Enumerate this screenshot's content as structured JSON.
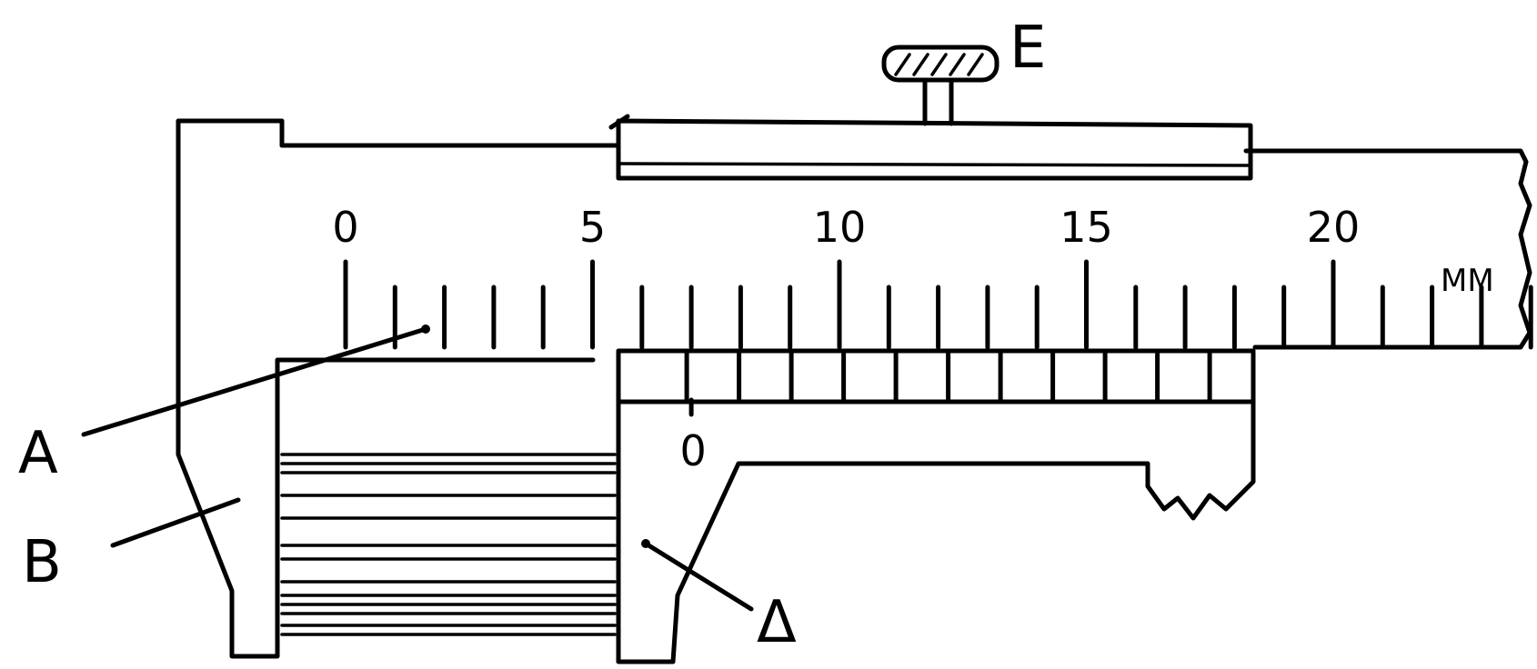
{
  "main_scale": {
    "unit": "MM",
    "min": 0,
    "max": 24,
    "labels": [
      "0",
      "5",
      "10",
      "15",
      "20"
    ],
    "label_values": [
      0,
      5,
      10,
      15,
      20
    ]
  },
  "vernier": {
    "zero_label": "0",
    "divisions": 12,
    "zero_offset_mm": 7
  },
  "callouts": {
    "a": "A",
    "b": "B",
    "delta": "Δ",
    "e": "E"
  }
}
